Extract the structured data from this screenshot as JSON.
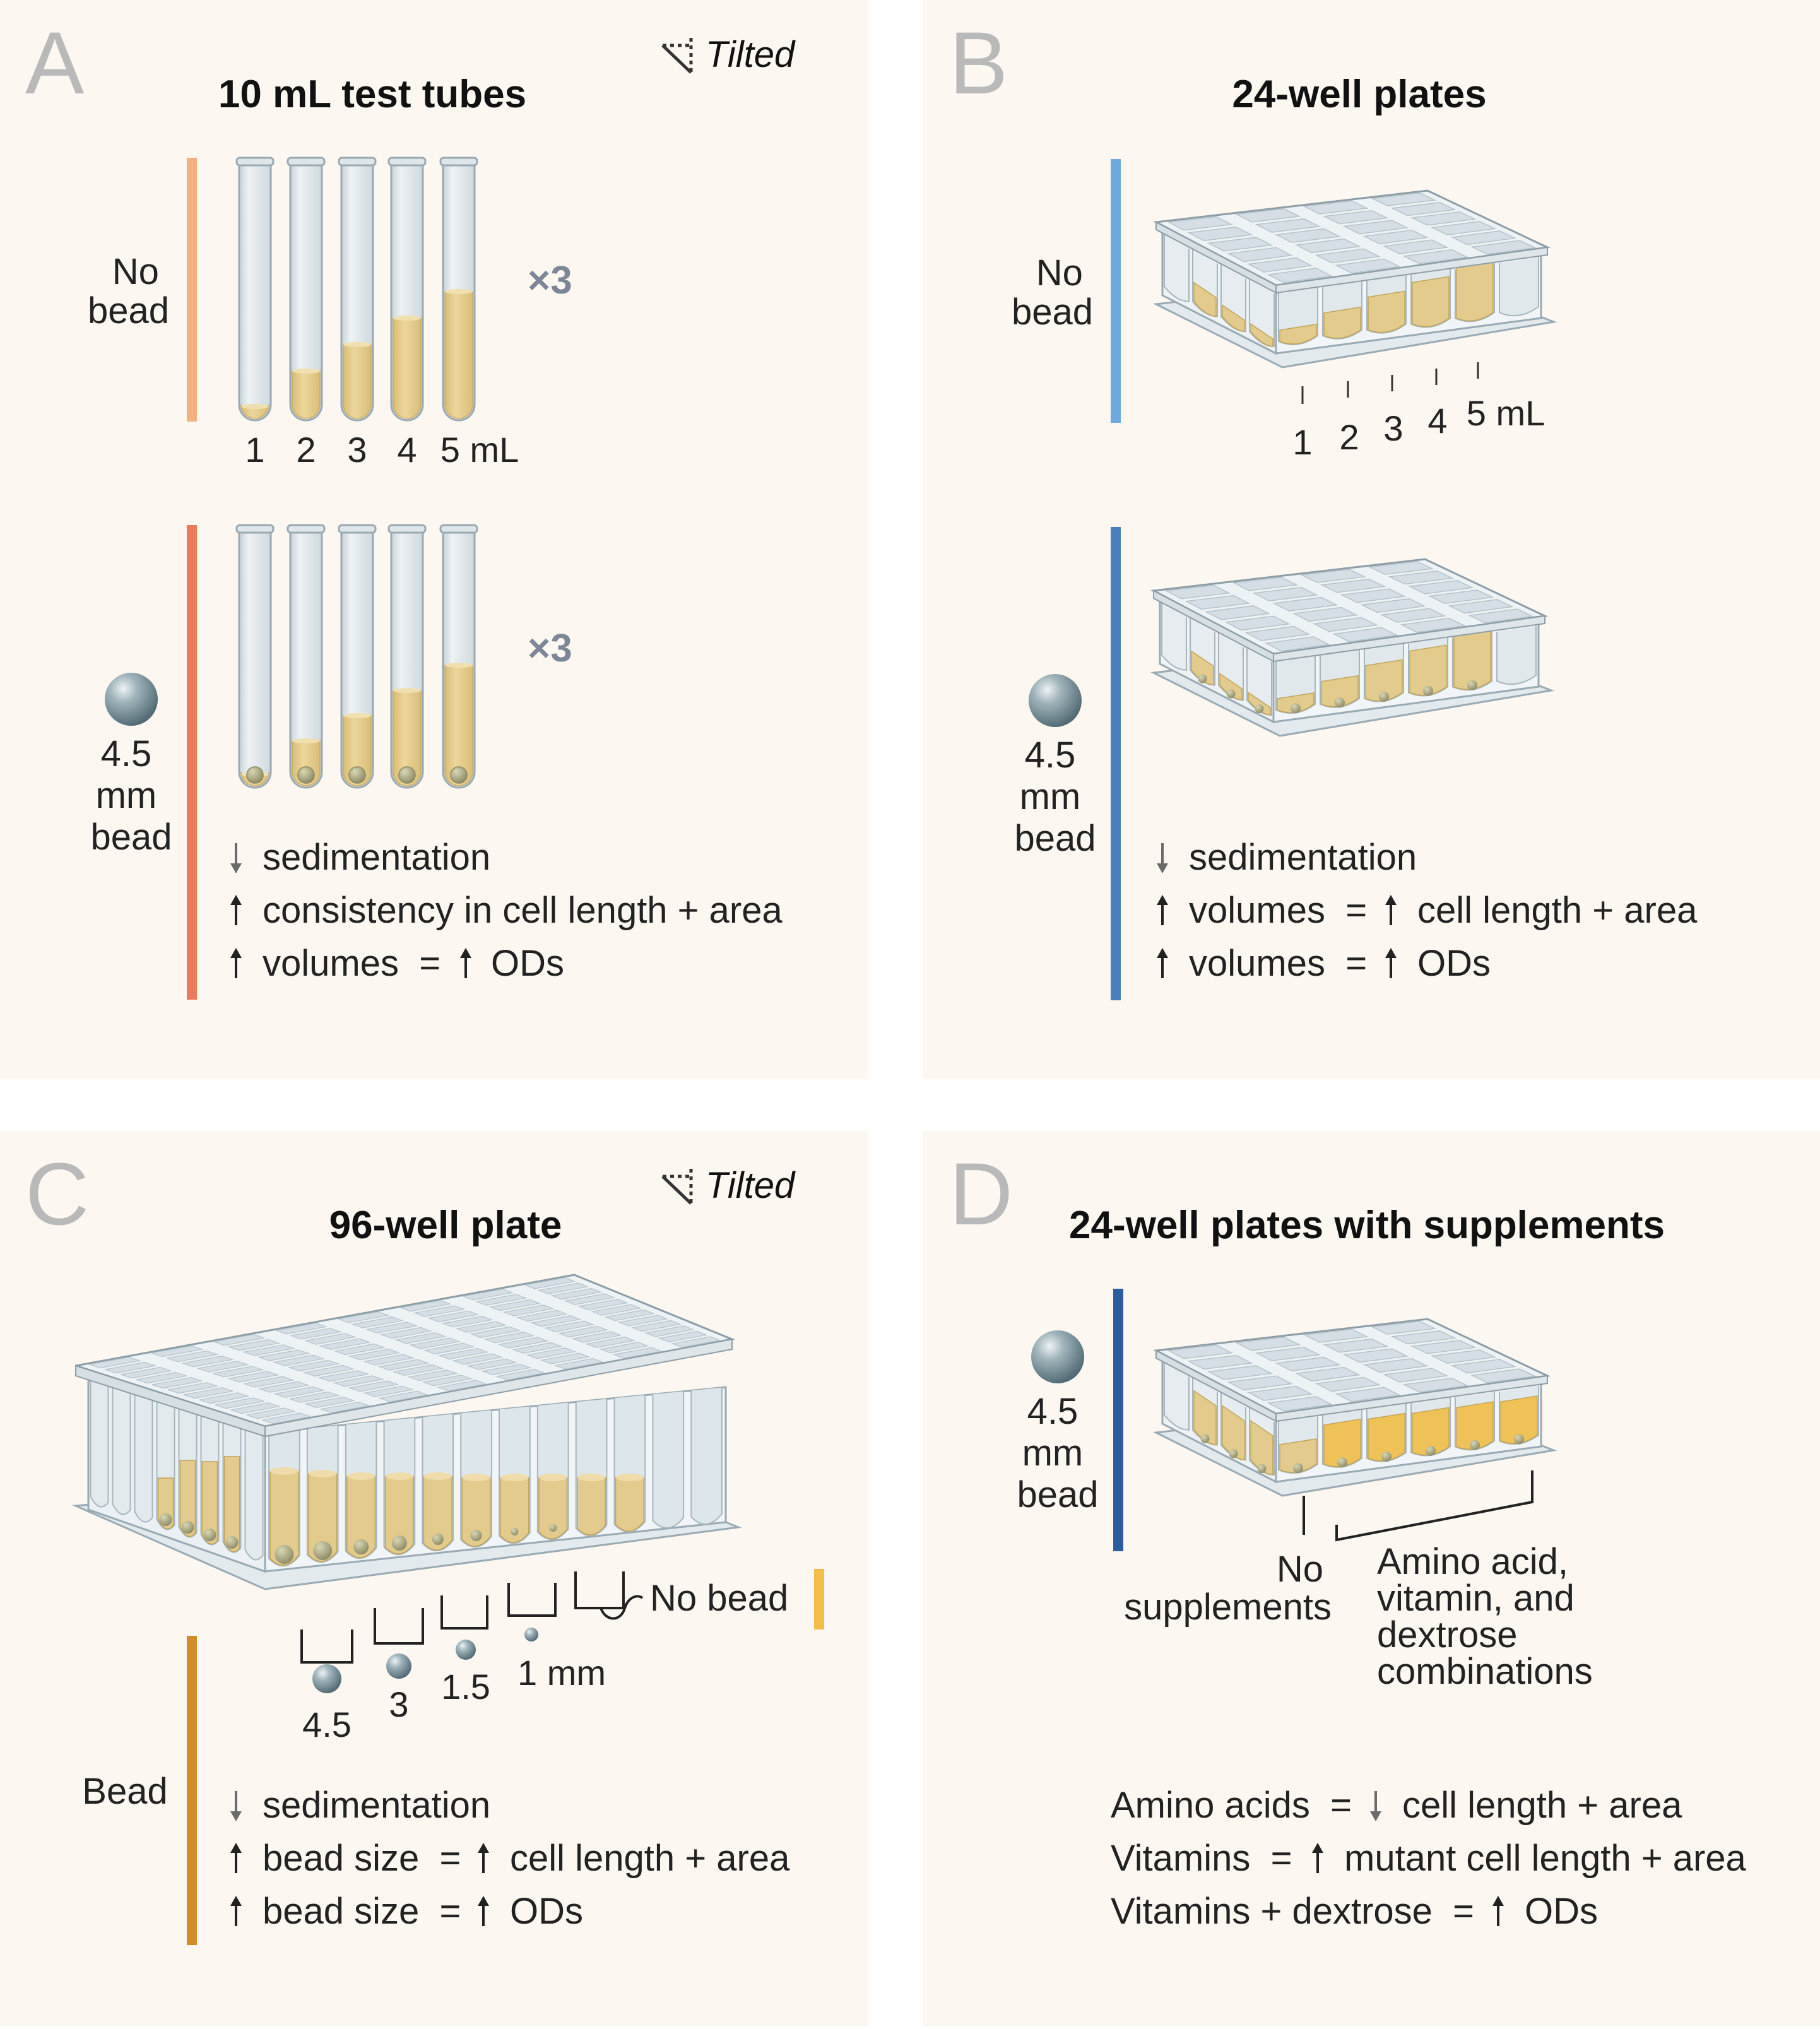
{
  "colors": {
    "background": "#fcf7f1",
    "panel_letter": "#b9b9b9",
    "liquid": "#e5cd8e",
    "liquid_bright": "#f1c85b",
    "plate": "#e6ecf0",
    "bead": "#8fa3ab",
    "bar_a_nobead": "#f5b07f",
    "bar_a_bead": "#ec7b5d",
    "bar_b_nobead": "#6da9dc",
    "bar_b_bead": "#4a80bd",
    "bar_c_bead": "#d48c28",
    "bar_c_nobead": "#f3bd4c",
    "bar_d": "#2e5d9a"
  },
  "panels": {
    "a": {
      "letter": "A",
      "title": "10 mL test tubes",
      "tilted": "Tilted",
      "nobead_label": [
        "No",
        "bead"
      ],
      "bead_label": [
        "4.5",
        "mm",
        "bead"
      ],
      "volumes": [
        "1",
        "2",
        "3",
        "4",
        "5 mL"
      ],
      "replicates": "×3",
      "findings": [
        {
          "arrow": "down-arrow",
          "text": "sedimentation"
        },
        {
          "arrow": "up-arrow",
          "text": "consistency in cell length + area"
        },
        {
          "arrow": "up-arrow",
          "text": "volumes  =",
          "arrow2": "up-arrow",
          "text2": "ODs"
        }
      ]
    },
    "b": {
      "letter": "B",
      "title": "24-well plates",
      "nobead_label": [
        "No",
        "bead"
      ],
      "bead_label": [
        "4.5",
        "mm",
        "bead"
      ],
      "volumes": [
        "1",
        "2",
        "3",
        "4",
        "5 mL"
      ],
      "findings": [
        {
          "arrow": "down-arrow",
          "text": "sedimentation"
        },
        {
          "arrow": "up-arrow",
          "text": "volumes  =",
          "arrow2": "up-arrow",
          "text2": "cell length + area"
        },
        {
          "arrow": "up-arrow",
          "text": "volumes  =",
          "arrow2": "up-arrow",
          "text2": "ODs"
        }
      ]
    },
    "c": {
      "letter": "C",
      "title": "96-well plate",
      "tilted": "Tilted",
      "bead_sizes": [
        "4.5",
        "3",
        "1.5",
        "1 mm"
      ],
      "nobead_label": "No bead",
      "bead_label": "Bead",
      "findings": [
        {
          "arrow": "down-arrow",
          "text": "sedimentation"
        },
        {
          "arrow": "up-arrow",
          "text": "bead size  =",
          "arrow2": "up-arrow",
          "text2": "cell length + area"
        },
        {
          "arrow": "up-arrow",
          "text": "bead size  =",
          "arrow2": "up-arrow",
          "text2": "ODs"
        }
      ]
    },
    "d": {
      "letter": "D",
      "title": "24-well plates with supplements",
      "bead_label": [
        "4.5",
        "mm",
        "bead"
      ],
      "no_supp_label": [
        "No",
        "supplements"
      ],
      "supp_label": [
        "Amino acid,",
        "vitamin, and",
        "dextrose",
        "combinations"
      ],
      "findings": [
        {
          "text": "Amino acids  =",
          "arrow2": "down-arrow",
          "text2": "cell length + area"
        },
        {
          "text": "Vitamins  =",
          "arrow2": "up-arrow",
          "text2": "mutant cell length + area"
        },
        {
          "text": "Vitamins + dextrose  =",
          "arrow2": "up-arrow",
          "text2": "ODs"
        }
      ]
    }
  }
}
